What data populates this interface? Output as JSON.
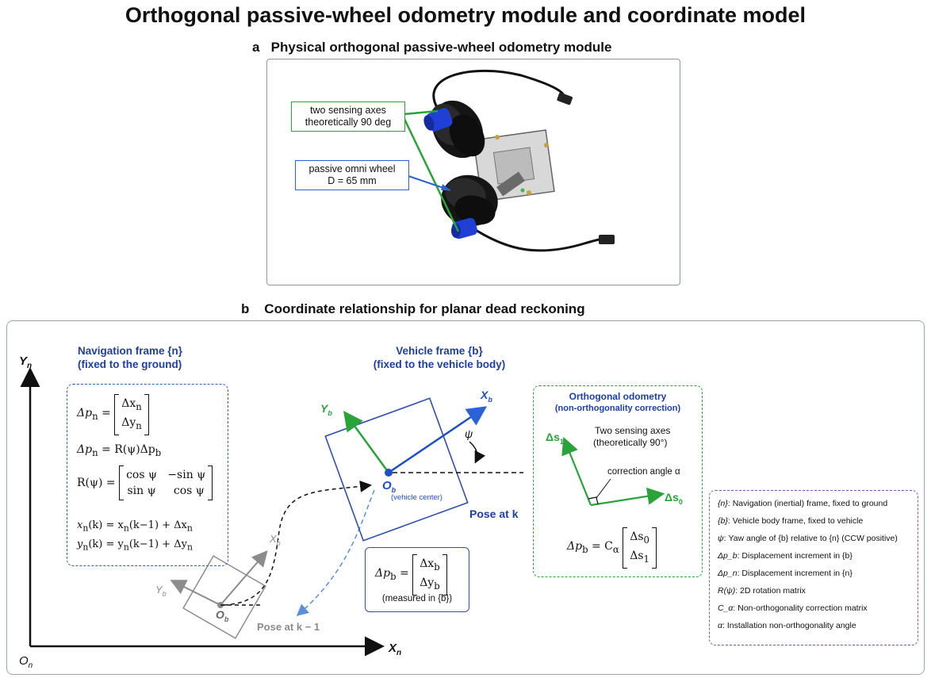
{
  "title": "Orthogonal passive-wheel odometry module and coordinate model",
  "panel_a": {
    "label": "a",
    "title": "Physical orthogonal passive-wheel odometry module",
    "callout_axes": [
      "two sensing axes",
      "theoretically 90 deg"
    ],
    "callout_wheel": [
      "passive omni wheel",
      "D = 65 mm"
    ]
  },
  "panel_b": {
    "label": "b",
    "title": "Coordinate relationship for planar dead reckoning",
    "axis_y": "Y",
    "axis_y_sub": "n",
    "axis_x": "X",
    "axis_x_sub": "n",
    "origin": "O",
    "origin_sub": "n",
    "nav_frame": {
      "title": "Navigation frame {n}",
      "subtitle": "(fixed to the ground)",
      "eq1_lhs": "Δp",
      "eq1_sub": "n",
      "eq1_vec": [
        "Δx",
        "Δy"
      ],
      "eq1_vec_sub": [
        "n",
        "n"
      ],
      "eq2": "Δp",
      "eq2_sub": "n",
      "eq2_rhs": "= R(ψ)Δp",
      "eq2_rhs_sub": "b",
      "eq3_lhs": "R(ψ) =",
      "eq3_row1": [
        "cos ψ",
        "−sin ψ"
      ],
      "eq3_row2": [
        "sin ψ",
        "cos ψ"
      ],
      "eq4": "x",
      "eq4_sub": "n",
      "eq4_rhs": "(k) = x",
      "eq4_rhs_sub": "n",
      "eq4_tail": "(k−1) + Δx",
      "eq4_tail_sub": "n",
      "eq5": "y",
      "eq5_sub": "n",
      "eq5_rhs": "(k) = y",
      "eq5_rhs_sub": "n",
      "eq5_tail": "(k−1) + Δy",
      "eq5_tail_sub": "n"
    },
    "vehicle_frame": {
      "title": "Vehicle frame {b}",
      "subtitle": "(fixed to the vehicle body)",
      "xb": "X",
      "yb": "Y",
      "sub_b": "b",
      "psi": "ψ",
      "ob": "O",
      "ob_caption": "(vehicle center)",
      "pose_k": "Pose at k",
      "pose_k1": "Pose at k − 1"
    },
    "measured_box": {
      "lhs": "Δp",
      "lhs_sub": "b",
      "vec": [
        "Δx",
        "Δy"
      ],
      "vec_sub": [
        "b",
        "b"
      ],
      "caption": "(measured in {b})"
    },
    "ortho": {
      "title": "Orthogonal odometry",
      "subtitle": "(non-orthogonality correction)",
      "s1": "Δs",
      "s1_sub": "1",
      "s0": "Δs",
      "s0_sub": "0",
      "axes_note": [
        "Two sensing axes",
        "(theoretically 90°)"
      ],
      "corr_note": "correction angle α",
      "eq_lhs": "Δp",
      "eq_lhs_sub": "b",
      "eq_mid": "= C",
      "eq_mid_sub": "α",
      "eq_vec": [
        "Δs",
        "Δs"
      ],
      "eq_vec_sub": [
        "0",
        "1"
      ]
    },
    "legend": [
      {
        "sym": "{n}",
        "text": ": Navigation (inertial) frame, fixed to ground"
      },
      {
        "sym": "{b}",
        "text": ": Vehicle body frame, fixed to vehicle"
      },
      {
        "sym": "ψ",
        "text": ": Yaw angle of {b} relative to {n} (CCW positive)"
      },
      {
        "sym": "Δp_b",
        "text": ": Displacement increment in {b}"
      },
      {
        "sym": "Δp_n",
        "text": ": Displacement increment in {n}"
      },
      {
        "sym": "R(ψ)",
        "text": ": 2D rotation matrix"
      },
      {
        "sym": "C_α",
        "text": ": Non-orthogonality correction matrix"
      },
      {
        "sym": "α",
        "text": ": Installation non-orthogonality angle"
      }
    ]
  },
  "colors": {
    "green": "#2aa33a",
    "blue": "#2a62d8",
    "navy": "#1d3fa4",
    "gray": "#8c8c8c",
    "purple": "#8a4ec8"
  }
}
